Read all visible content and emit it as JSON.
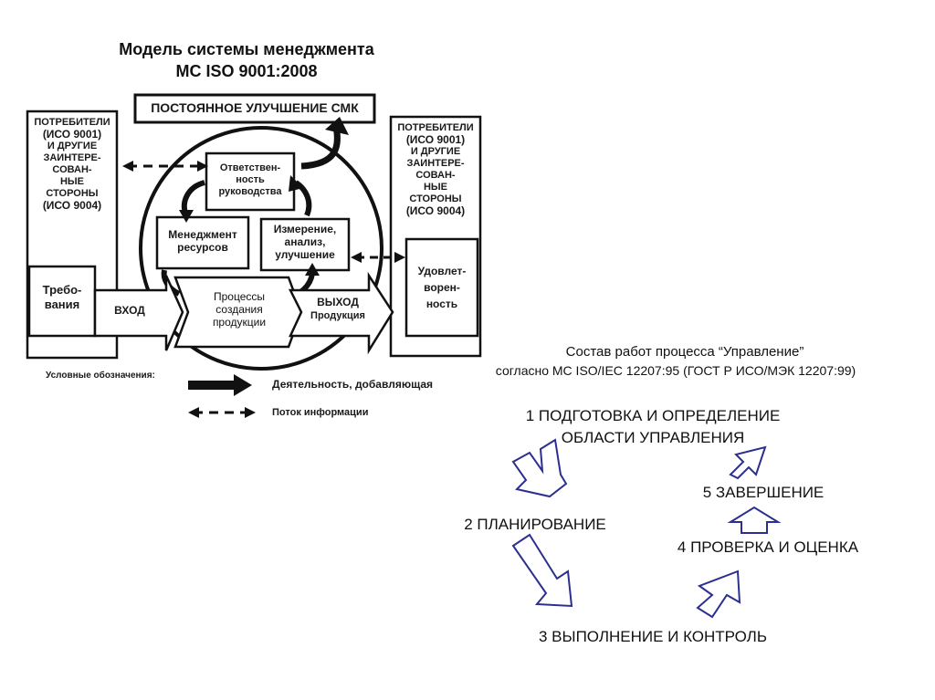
{
  "diagram_left": {
    "title_line1": "Модель системы менеджмента",
    "title_line2": "МС ISO 9001:2008",
    "top_box": "ПОСТОЯННОЕ УЛУЧШЕНИЕ СМК",
    "left_column": {
      "line1": "ПОТРЕБИТЕЛИ",
      "line2": "(ИСО 9001)",
      "line3": "И ДРУГИЕ",
      "line4": "ЗАИНТЕРЕ-",
      "line5": "СОВАН-",
      "line6": "НЫЕ",
      "line7": "СТОРОНЫ",
      "line8": "(ИСО 9004)",
      "box_line1": "Требо-",
      "box_line2": "вания"
    },
    "right_column": {
      "line1": "ПОТРЕБИТЕЛИ",
      "line2": "(ИСО 9001)",
      "line3": "И ДРУГИЕ",
      "line4": "ЗАИНТЕРЕ-",
      "line5": "СОВАН-",
      "line6": "НЫЕ",
      "line7": "СТОРОНЫ",
      "line8": "(ИСО 9004)",
      "box_line1": "Удовлет-",
      "box_line2": "ворен-",
      "box_line3": "ность"
    },
    "center": {
      "top_line1": "Ответствен-",
      "top_line2": "ность",
      "top_line3": "руководства",
      "left_line1": "Менеджмент",
      "left_line2": "ресурсов",
      "right_line1": "Измерение,",
      "right_line2": "анализ,",
      "right_line3": "улучшение",
      "process_line1": "Процессы",
      "process_line2": "создания",
      "process_line3": "продукции"
    },
    "input_label": "ВХОД",
    "output_label1": "ВЫХОД",
    "output_label2": "Продукция",
    "legend_title": "Условные обозначения:",
    "legend_activity": "Деятельность, добавляющая",
    "legend_flow": "Поток информации"
  },
  "diagram_right": {
    "title": "Состав работ процесса “Управление”",
    "subtitle": "согласно МС ISO/IEC 12207:95 (ГОСТ Р ИСО/МЭК 12207:99)",
    "step1_line1": "1 ПОДГОТОВКА И ОПРЕДЕЛЕНИЕ",
    "step1_line2": "ОБЛАСТИ УПРАВЛЕНИЯ",
    "step2": "2 ПЛАНИРОВАНИЕ",
    "step3": "3 ВЫПОЛНЕНИЕ И КОНТРОЛЬ",
    "step4": "4 ПРОВЕРКА И ОЦЕНКА",
    "step5": "5 ЗАВЕРШЕНИЕ",
    "arrow_color": "#2b2f8f"
  }
}
